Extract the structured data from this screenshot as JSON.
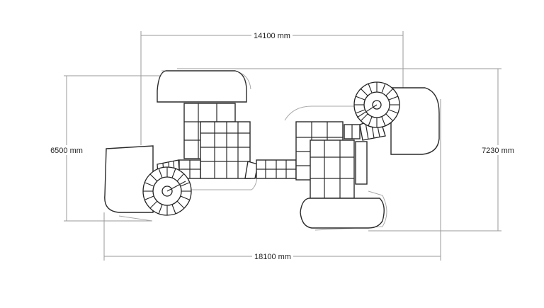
{
  "dimensions": {
    "top_width": "14100 mm",
    "bottom_width": "18100 mm",
    "left_height": "6500 mm",
    "right_height": "7230 mm"
  }
}
